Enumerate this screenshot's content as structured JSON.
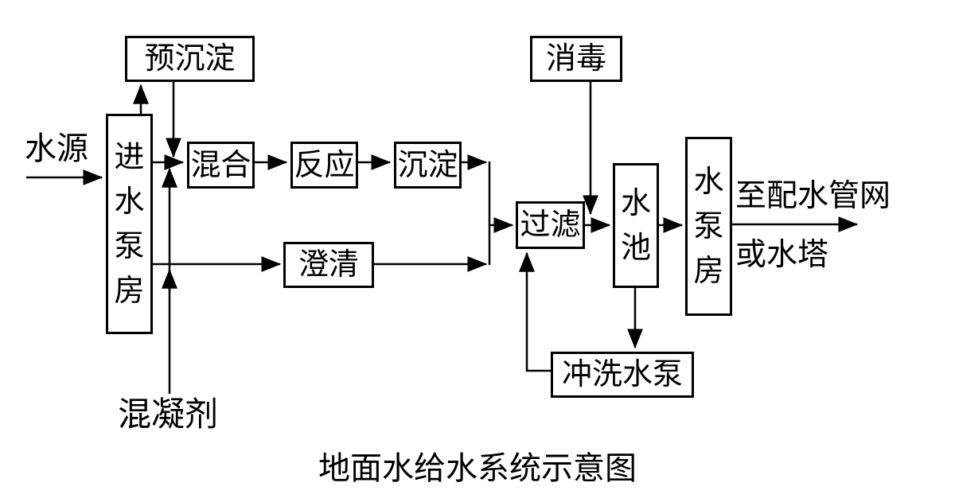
{
  "diagram": {
    "caption": "地面水给水系统示意图",
    "boxes": {
      "pre_sedimentation": "预沉淀",
      "disinfection": "消毒",
      "intake_pump_house": "进水泵房",
      "mixing": "混合",
      "reaction": "反应",
      "sedimentation": "沉淀",
      "clarification": "澄清",
      "filtration": "过滤",
      "clear_well": "水池",
      "delivery_pump_house": "水泵房",
      "backwash_pump": "冲洗水泵"
    },
    "labels": {
      "water_source": "水源",
      "coagulant": "混凝剂",
      "to_distribution_network": "至配水管网",
      "or_water_tower": "或水塔"
    },
    "colors": {
      "line": "#000000",
      "background": "#ffffff"
    }
  }
}
